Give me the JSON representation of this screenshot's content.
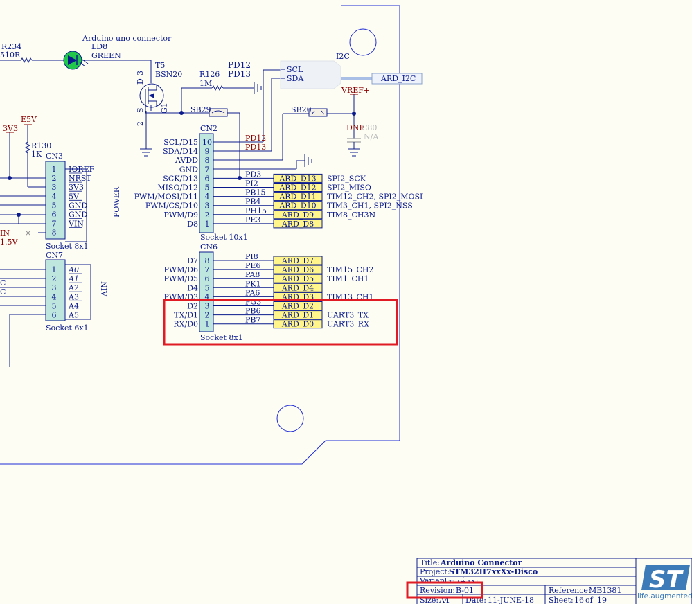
{
  "colors": {
    "background": "#fdfdf4",
    "wire": "#0a1a8c",
    "net_label": "#8b0000",
    "power": "#8b0000",
    "connector_fill": "#bfe5df",
    "header_fill": "#fff58a",
    "highlight": "#e01b24",
    "board_edge": "#1f2bd6",
    "led": "#21c74a"
  },
  "top": {
    "r234": "R234",
    "r234_value": "510R",
    "arduino_connector": "Arduino uno connector",
    "ld8": "LD8",
    "ld8_color": "GREEN",
    "t5": "T5",
    "t5_part": "BSN20",
    "pin_d": "D",
    "pin_d_num": "3",
    "pin_s": "S",
    "pin_s_num": "2",
    "pin_g1": "G1",
    "r126": "R126",
    "r126_value": "1M",
    "pd12": "PD12",
    "pd13": "PD13",
    "i2c": "I2C",
    "scl": "SCL",
    "sda": "SDA",
    "ard_i2c": "ARD_I2C",
    "vref": "VREF+",
    "sb29": "SB29",
    "sb20": "SB20",
    "dnf": "DNF",
    "c80": "C80",
    "na": "N/A",
    "e5v": "E5V",
    "v3v3": "3V3",
    "r130": "R130",
    "r130_value": "1K",
    "vin_frag": "IN",
    "v15_frag": "1.5V",
    "c_frag_1": "C",
    "c_frag_2": "C",
    "x_mark": "×"
  },
  "cn2": {
    "title": "CN2",
    "footer": "Socket 10x1",
    "pins": [
      {
        "num": "10",
        "label": "SCL/D15",
        "net": "PD12",
        "tag": ""
      },
      {
        "num": "9",
        "label": "SDA/D14",
        "net": "PD13",
        "tag": ""
      },
      {
        "num": "8",
        "label": "AVDD",
        "net": "",
        "tag": ""
      },
      {
        "num": "7",
        "label": "GND",
        "net": "",
        "tag": ""
      },
      {
        "num": "6",
        "label": "SCK/D13",
        "net": "PD3",
        "tag": "ARD_D13",
        "func": "SPI2_SCK"
      },
      {
        "num": "5",
        "label": "MISO/D12",
        "net": "PI2",
        "tag": "ARD_D12",
        "func": "SPI2_MISO"
      },
      {
        "num": "4",
        "label": "PWM/MOSI/D11",
        "net": "PB15",
        "tag": "ARD_D11",
        "func": "TIM12_CH2, SPI2_MOSI"
      },
      {
        "num": "3",
        "label": "PWM/CS/D10",
        "net": "PB4",
        "tag": "ARD_D10",
        "func": "TIM3_CH1, SPI2_NSS"
      },
      {
        "num": "2",
        "label": "PWM/D9",
        "net": "PH15",
        "tag": "ARD_D9",
        "func": "TIM8_CH3N"
      },
      {
        "num": "1",
        "label": "D8",
        "net": "PE3",
        "tag": "ARD_D8",
        "func": ""
      }
    ]
  },
  "cn6": {
    "title": "CN6",
    "footer": "Socket 8x1",
    "pins": [
      {
        "num": "8",
        "label": "D7",
        "net": "PI8",
        "tag": "ARD_D7",
        "func": ""
      },
      {
        "num": "7",
        "label": "PWM/D6",
        "net": "PE6",
        "tag": "ARD_D6",
        "func": "TIM15_CH2"
      },
      {
        "num": "6",
        "label": "PWM/D5",
        "net": "PA8",
        "tag": "ARD_D5",
        "func": "TIM1_CH1"
      },
      {
        "num": "5",
        "label": "D4",
        "net": "PK1",
        "tag": "ARD_D4",
        "func": ""
      },
      {
        "num": "4",
        "label": "PWM/D3",
        "net": "PA6",
        "tag": "ARD_D3",
        "func": "TIM13_CH1"
      },
      {
        "num": "3",
        "label": "D2",
        "net": "PG3",
        "tag": "ARD_D2",
        "func": ""
      },
      {
        "num": "2",
        "label": "TX/D1",
        "net": "PB6",
        "tag": "ARD_D1",
        "func": "UART3_TX"
      },
      {
        "num": "1",
        "label": "RX/D0",
        "net": "PB7",
        "tag": "ARD_D0",
        "func": "UART3_RX"
      }
    ]
  },
  "cn3": {
    "title": "CN3",
    "footer": "Socket 8x1",
    "side": "POWER",
    "pins": [
      {
        "num": "1",
        "label": "IOREF"
      },
      {
        "num": "2",
        "label": "NRST"
      },
      {
        "num": "3",
        "label": "3V3"
      },
      {
        "num": "4",
        "label": "5V"
      },
      {
        "num": "5",
        "label": "GND"
      },
      {
        "num": "6",
        "label": "GND"
      },
      {
        "num": "7",
        "label": "VIN"
      },
      {
        "num": "8",
        "label": ""
      }
    ]
  },
  "cn7": {
    "title": "CN7",
    "footer": "Socket 6x1",
    "side": "AIN",
    "pins": [
      {
        "num": "1",
        "label": "A0"
      },
      {
        "num": "2",
        "label": "A1"
      },
      {
        "num": "3",
        "label": "A2"
      },
      {
        "num": "4",
        "label": "A3"
      },
      {
        "num": "5",
        "label": "A4"
      },
      {
        "num": "6",
        "label": "A5"
      }
    ]
  },
  "title_block": {
    "title_label": "Title:",
    "title_value": "Arduino Connector",
    "project_label": "Project:",
    "project_value": "STM32H7xxXx-Disco",
    "variant_label": "Variant:",
    "variant_value": "H745XI",
    "revision_label": "Revision:",
    "revision_value": "B-01",
    "reference_label": "Reference:",
    "reference_value": "MB1381",
    "size_label": "Size:",
    "size_value": "A4",
    "date_label": "Date:",
    "date_value": "11-JUNE-18",
    "sheet_label": "Sheet:",
    "sheet_value": "16",
    "of_label": "of",
    "sheet_total": "19"
  },
  "logo": {
    "letters": "ST",
    "tagline": "life.augmented"
  }
}
